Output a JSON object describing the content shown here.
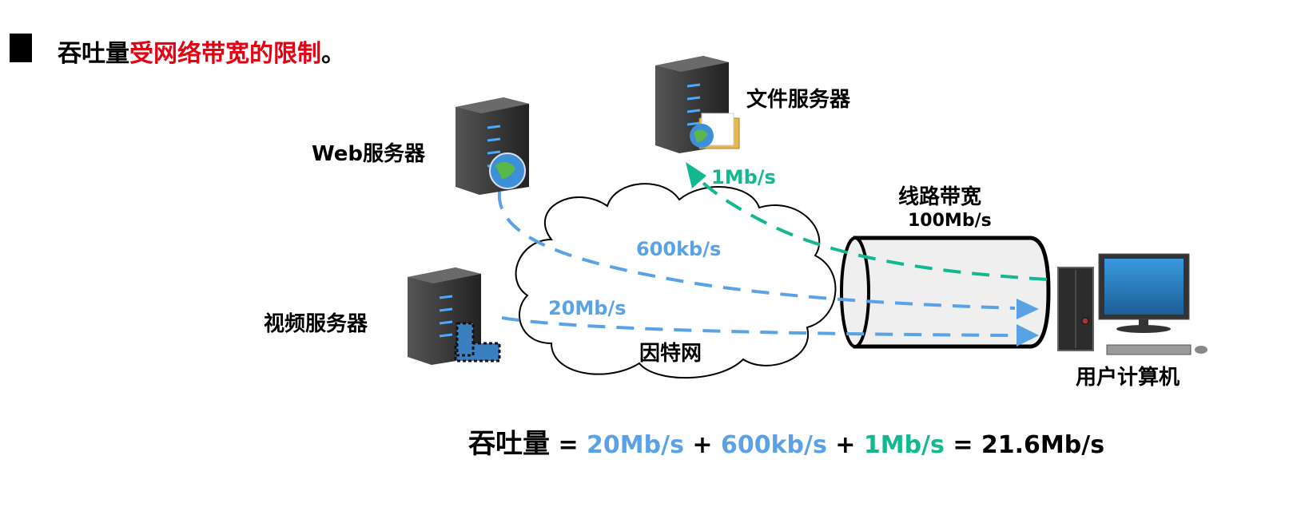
{
  "heading": {
    "prefix": "吞吐量",
    "highlight": "受网络带宽的限制",
    "suffix": "。"
  },
  "colors": {
    "highlight": "#e60012",
    "blue_flow": "#5aa2e6",
    "green_flow": "#12b890"
  },
  "nodes": {
    "web_server": "Web服务器",
    "file_server": "文件服务器",
    "video_server": "视频服务器",
    "internet": "因特网",
    "user_computer": "用户计算机",
    "link_bandwidth_label": "线路带宽",
    "link_bandwidth_value": "100Mb/s"
  },
  "flows": {
    "web": "600kb/s",
    "file": "1Mb/s",
    "video": "20Mb/s"
  },
  "formula": {
    "lhs": "吞吐量",
    "eq": " = ",
    "term1": "20Mb/s",
    "plus1": " + ",
    "term2": "600kb/s",
    "plus2": " + ",
    "term3": "1Mb/s",
    "eq2": " = ",
    "result": "21.6Mb/s"
  }
}
